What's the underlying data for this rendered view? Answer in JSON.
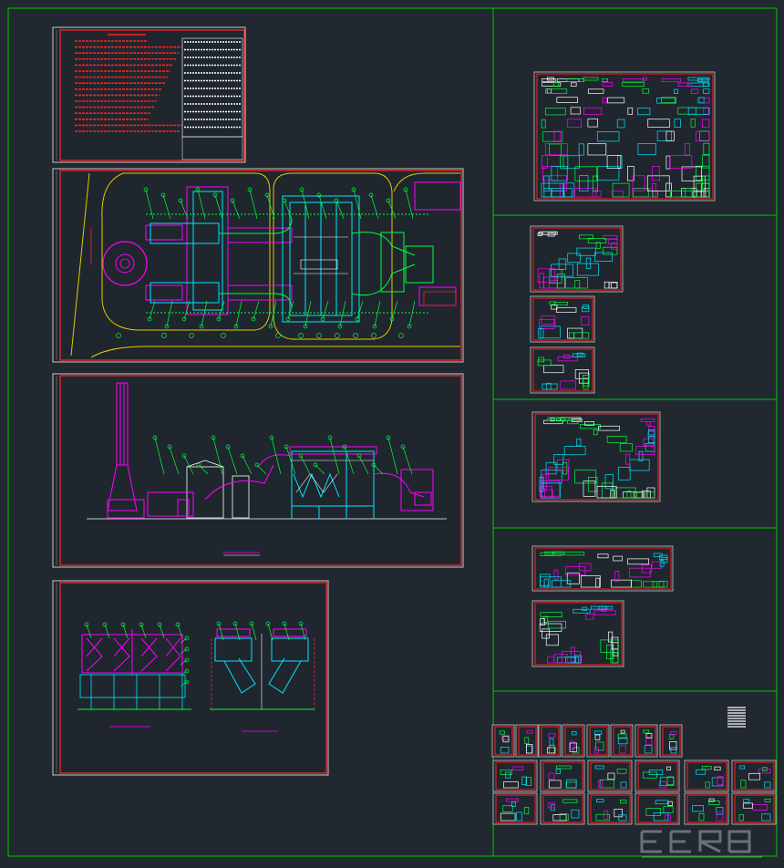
{
  "canvas": {
    "background": "#212830",
    "frame_color": "#00c800",
    "sheet_border": "#ff2a2a",
    "sheet_fill": "#1f262e"
  },
  "palette": {
    "green": "#00ff3c",
    "cyan": "#00e5ff",
    "magenta": "#ff00ff",
    "yellow": "#e6c800",
    "red": "#ff2020",
    "white": "#ffffff",
    "blue": "#4040ff"
  },
  "sheets": {
    "notes": {
      "lines": 16,
      "table_rows": 12
    },
    "plan": {},
    "elevation": {},
    "sections": {},
    "right_column": [
      {
        "group": "detail-1",
        "sheets": 1
      },
      {
        "group": "detail-2",
        "sheets": 3
      },
      {
        "group": "detail-3",
        "sheets": 1
      },
      {
        "group": "detail-4",
        "sheets": 2
      },
      {
        "group": "detail-5",
        "sheets": 20
      }
    ]
  },
  "watermark": {
    "icon": "brand-watermark-icon"
  }
}
